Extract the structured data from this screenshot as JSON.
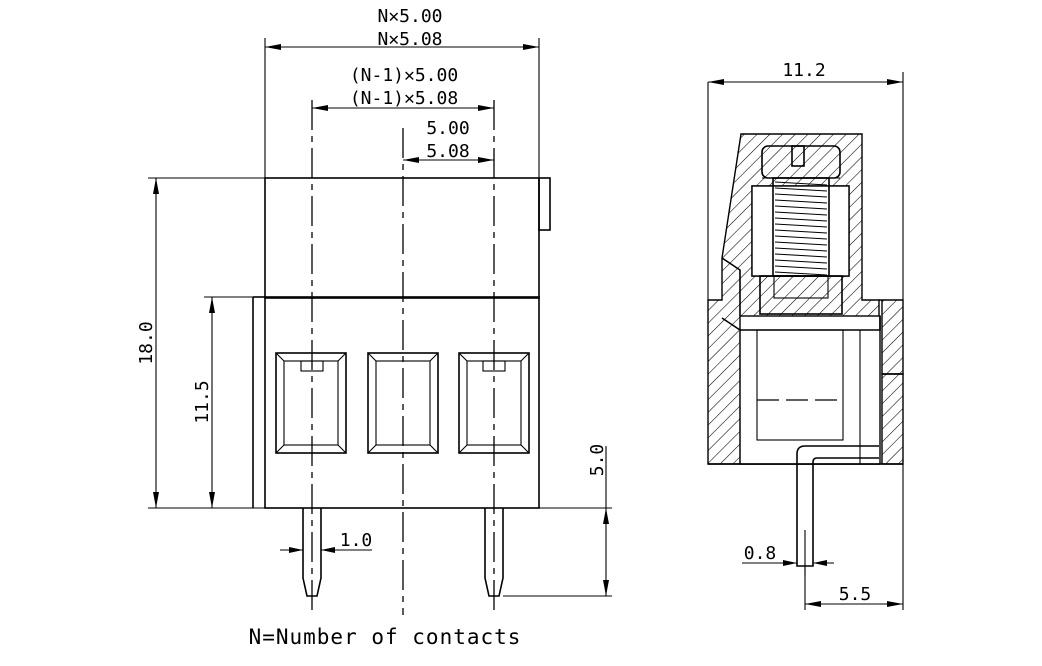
{
  "front_view": {
    "total_width_500": "N✕5.00",
    "total_width_508": "N✕5.08",
    "pitch_span_500": "(N-1)✕5.00",
    "pitch_span_508": "(N-1)✕5.08",
    "pitch_500": "5.00",
    "pitch_508": "5.08",
    "height_total": "18.0",
    "height_body": "11.5",
    "pin_length": "5.0",
    "pin_width": "1.0"
  },
  "side_view": {
    "depth": "11.2",
    "pin_thickness": "0.8",
    "pin_offset": "5.5"
  },
  "caption": "N=Number of contacts",
  "colors": {
    "line": "#000000",
    "background": "#ffffff"
  }
}
